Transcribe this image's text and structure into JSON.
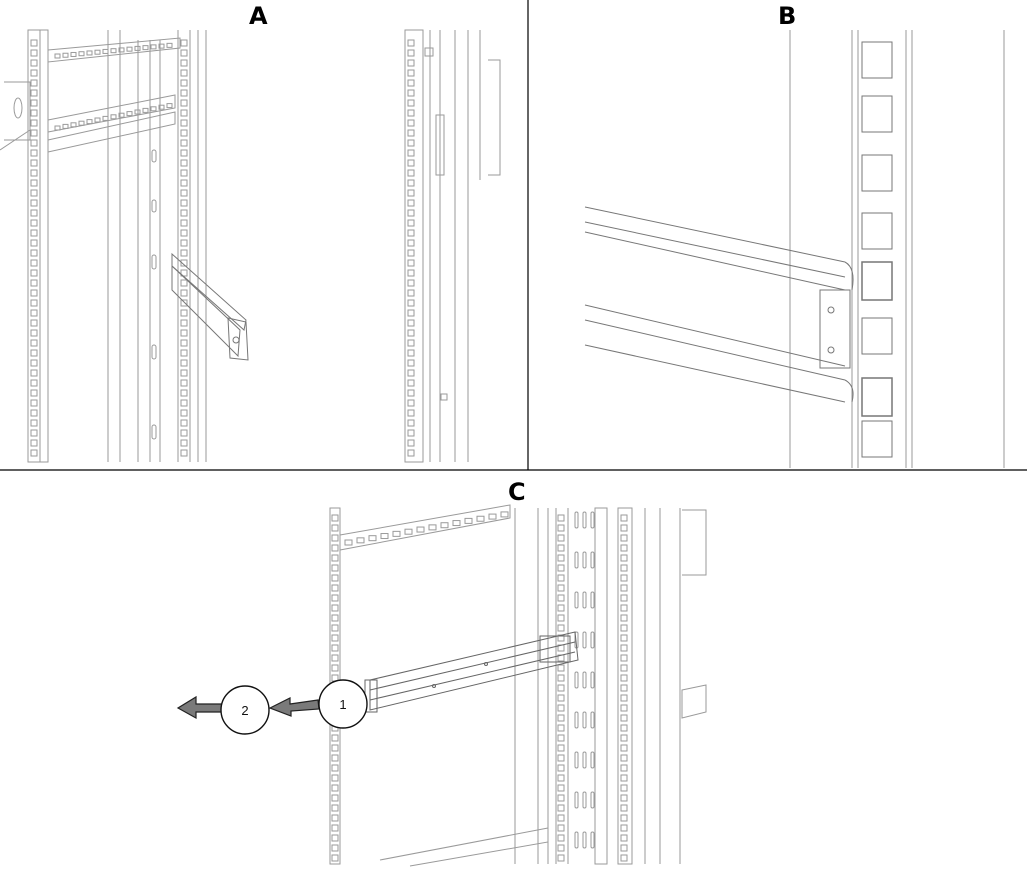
{
  "panels": [
    {
      "id": "A",
      "label": "A"
    },
    {
      "id": "B",
      "label": "B"
    },
    {
      "id": "C",
      "label": "C"
    }
  ],
  "callouts": [
    {
      "id": "1",
      "label": "1"
    },
    {
      "id": "2",
      "label": "2"
    }
  ],
  "colors": {
    "line": "#9a9a9a",
    "line_dark": "#555555",
    "divider": "#000000",
    "arrow_fill": "#7a7a7a",
    "arrow_stroke": "#222222"
  }
}
